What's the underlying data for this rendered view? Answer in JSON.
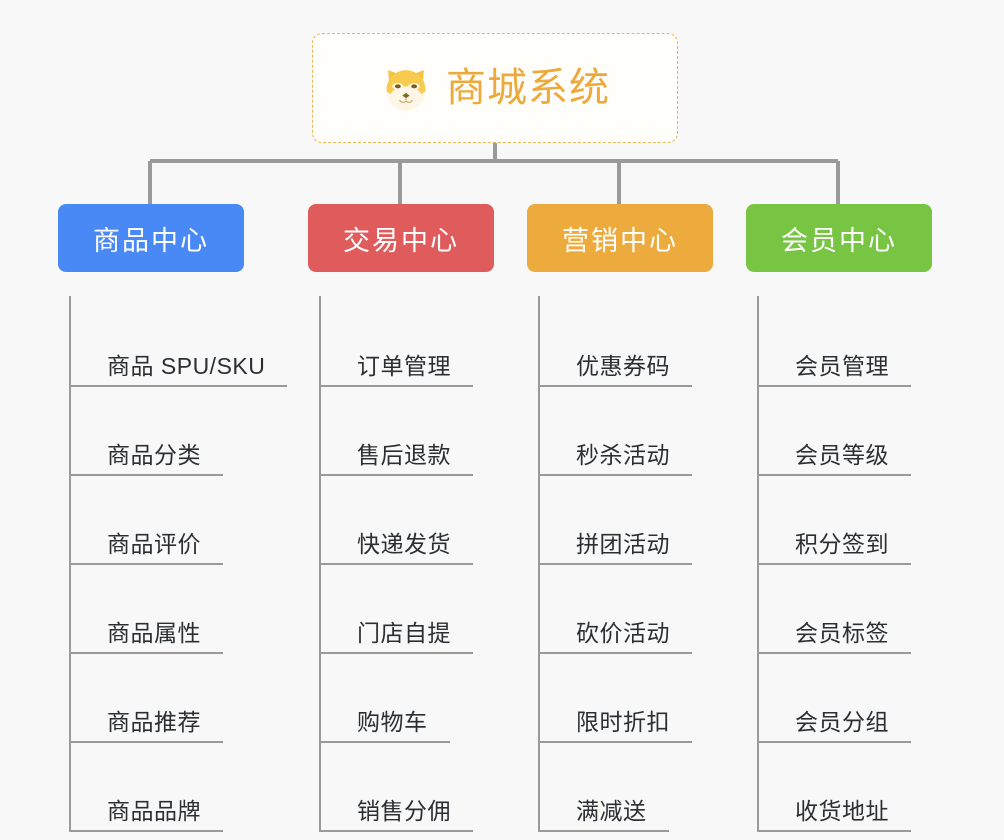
{
  "diagram": {
    "title": "商城系统",
    "root": {
      "label": "商城系统",
      "icon": "shiba-inu-face-icon",
      "border_color": "#e8b64c",
      "text_color": "#edaa3c",
      "background": "#fffefb"
    },
    "background_color": "#f8f8f8",
    "connector_color": "#9a9a9a",
    "branches": [
      {
        "label": "商品中心",
        "color": "#4989f5",
        "items": [
          "商品 SPU/SKU",
          "商品分类",
          "商品评价",
          "商品属性",
          "商品推荐",
          "商品品牌"
        ]
      },
      {
        "label": "交易中心",
        "color": "#e05c5c",
        "items": [
          "订单管理",
          "售后退款",
          "快递发货",
          "门店自提",
          "购物车",
          "销售分佣"
        ]
      },
      {
        "label": "营销中心",
        "color": "#eeab3d",
        "items": [
          "优惠券码",
          "秒杀活动",
          "拼团活动",
          "砍价活动",
          "限时折扣",
          "满减送"
        ]
      },
      {
        "label": "会员中心",
        "color": "#78c443",
        "items": [
          "会员管理",
          "会员等级",
          "积分签到",
          "会员标签",
          "会员分组",
          "收货地址"
        ]
      }
    ]
  }
}
